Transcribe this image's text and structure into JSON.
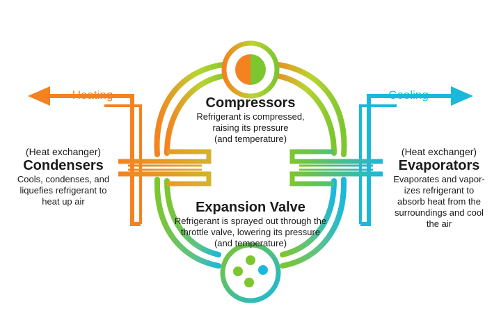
{
  "heating_label": "Heating",
  "cooling_label": "Cooling",
  "compressor": {
    "title": "Compressors",
    "desc": [
      "Refrigerant is compressed,",
      "raising its pressure",
      "(and temperature)"
    ]
  },
  "condenser": {
    "sub": "(Heat exchanger)",
    "title": "Condensers",
    "desc": [
      "Cools, condenses, and",
      "liquefies refrigerant to",
      "heat up air"
    ]
  },
  "evaporator": {
    "sub": "(Heat exchanger)",
    "title": "Evaporators",
    "desc": [
      "Evaporates and vapor-",
      "izes refrigerant to",
      "absorb heat from the",
      "surroundings and cool",
      "the air"
    ]
  },
  "expansion": {
    "title": "Expansion Valve",
    "desc": [
      "Refrigerant is sprayed out through the",
      "throttle valve, lowering its pressure",
      "(and temperature)"
    ]
  },
  "colors": {
    "heating": "#f58220",
    "warm_mid": "#e09a2a",
    "yellow_green": "#b9d432",
    "green": "#7cc62e",
    "cooling": "#1bb8dc"
  },
  "icons": {
    "compressor": "compressor-half-circle-icon",
    "expansion": "expansion-valve-dots-icon"
  }
}
